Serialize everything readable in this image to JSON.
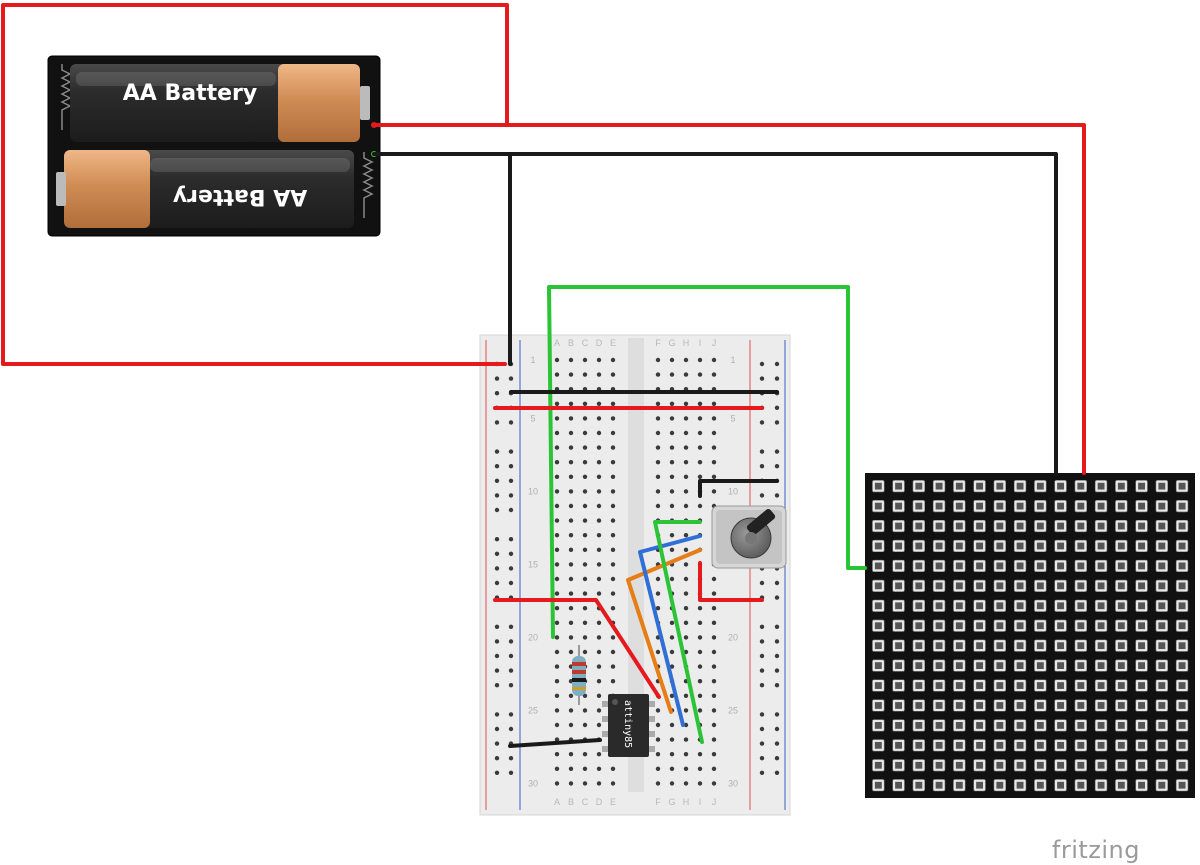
{
  "battery": {
    "cell_top_label": "AA Battery",
    "cell_bottom_label": "AA Battery"
  },
  "breadboard": {
    "columns_left": [
      "A",
      "B",
      "C",
      "D",
      "E"
    ],
    "columns_right": [
      "F",
      "G",
      "H",
      "I",
      "J"
    ],
    "row_numbers": [
      "1",
      "5",
      "10",
      "15",
      "20",
      "25",
      "30"
    ]
  },
  "chip": {
    "label": "attiny85"
  },
  "led_matrix": {
    "rows": 16,
    "cols": 16
  },
  "brand": {
    "text": "fritzing"
  },
  "colors": {
    "red_wire": "#e41a1c",
    "black_wire": "#1a1a1a",
    "green_wire": "#2bc436",
    "blue_wire": "#2f6fd6",
    "orange_wire": "#e67d16",
    "breadboard": "#ececec",
    "matrix_bg": "#111111"
  }
}
